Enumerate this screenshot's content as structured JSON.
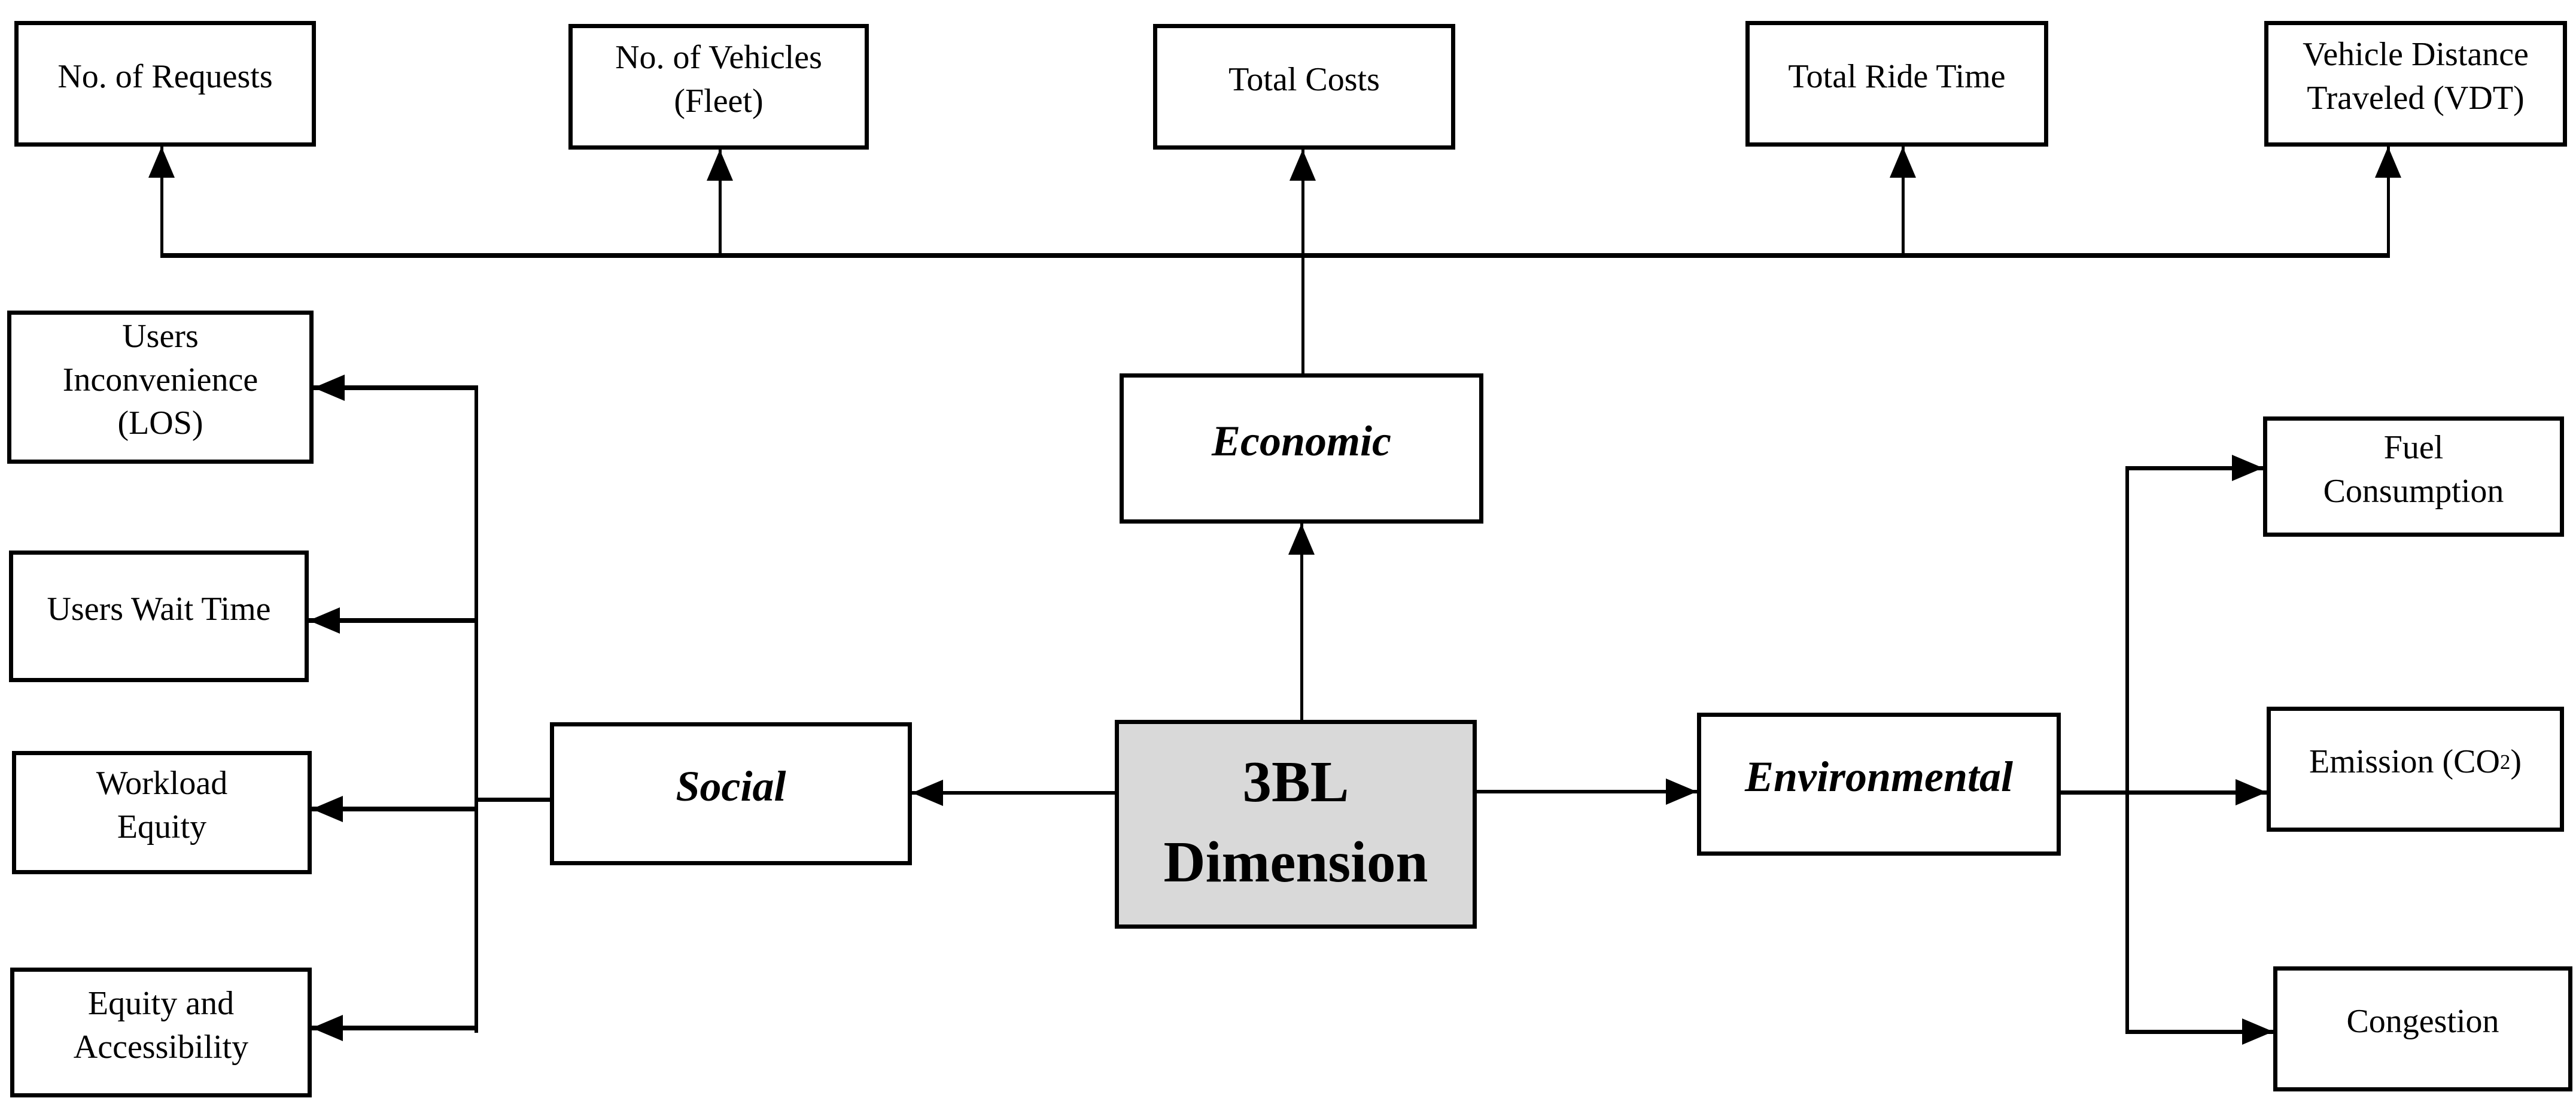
{
  "nodes": {
    "requests": "No. of Requests",
    "vehicles": "No. of Vehicles\n(Fleet)",
    "total_costs": "Total Costs",
    "total_ride_time": "Total Ride Time",
    "vdt": "Vehicle Distance\nTraveled (VDT)",
    "users_inconvenience": "Users\nInconvenience\n(LOS)",
    "users_wait_time": "Users Wait Time",
    "workload_equity": "Workload\nEquity",
    "equity_accessibility": "Equity and\nAccessibility",
    "economic": "Economic",
    "center": "3BL\nDimension",
    "social": "Social",
    "environmental": "Environmental",
    "fuel_consumption": "Fuel\nConsumption",
    "emission": {
      "pre": "Emission (CO",
      "sub": "2",
      "post": ")"
    },
    "congestion": "Congestion"
  },
  "colors": {
    "center_fill": "#d9d9d9",
    "box_fill": "#ffffff",
    "line": "#000000"
  }
}
